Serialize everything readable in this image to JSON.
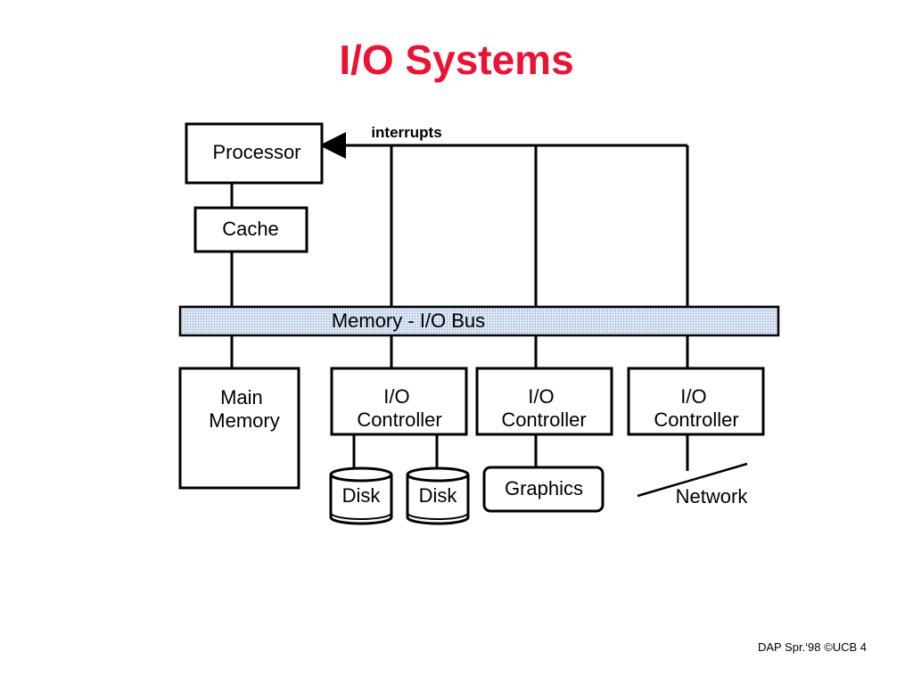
{
  "title": "I/O Systems",
  "labels": {
    "processor": "Processor",
    "cache": "Cache",
    "interrupts": "interrupts",
    "bus": "Memory - I/O Bus",
    "main_memory": [
      "Main",
      "Memory"
    ],
    "io_controllers": [
      [
        "I/O",
        "Controller"
      ],
      [
        "I/O",
        "Controller"
      ],
      [
        "I/O",
        "Controller"
      ]
    ],
    "disks": [
      "Disk",
      "Disk"
    ],
    "graphics": "Graphics",
    "network": "Network"
  },
  "footer": "DAP Spr.‘98 ©UCB 4",
  "colors": {
    "title": "#ee1133",
    "bus_fill": "#c8d8f0"
  }
}
